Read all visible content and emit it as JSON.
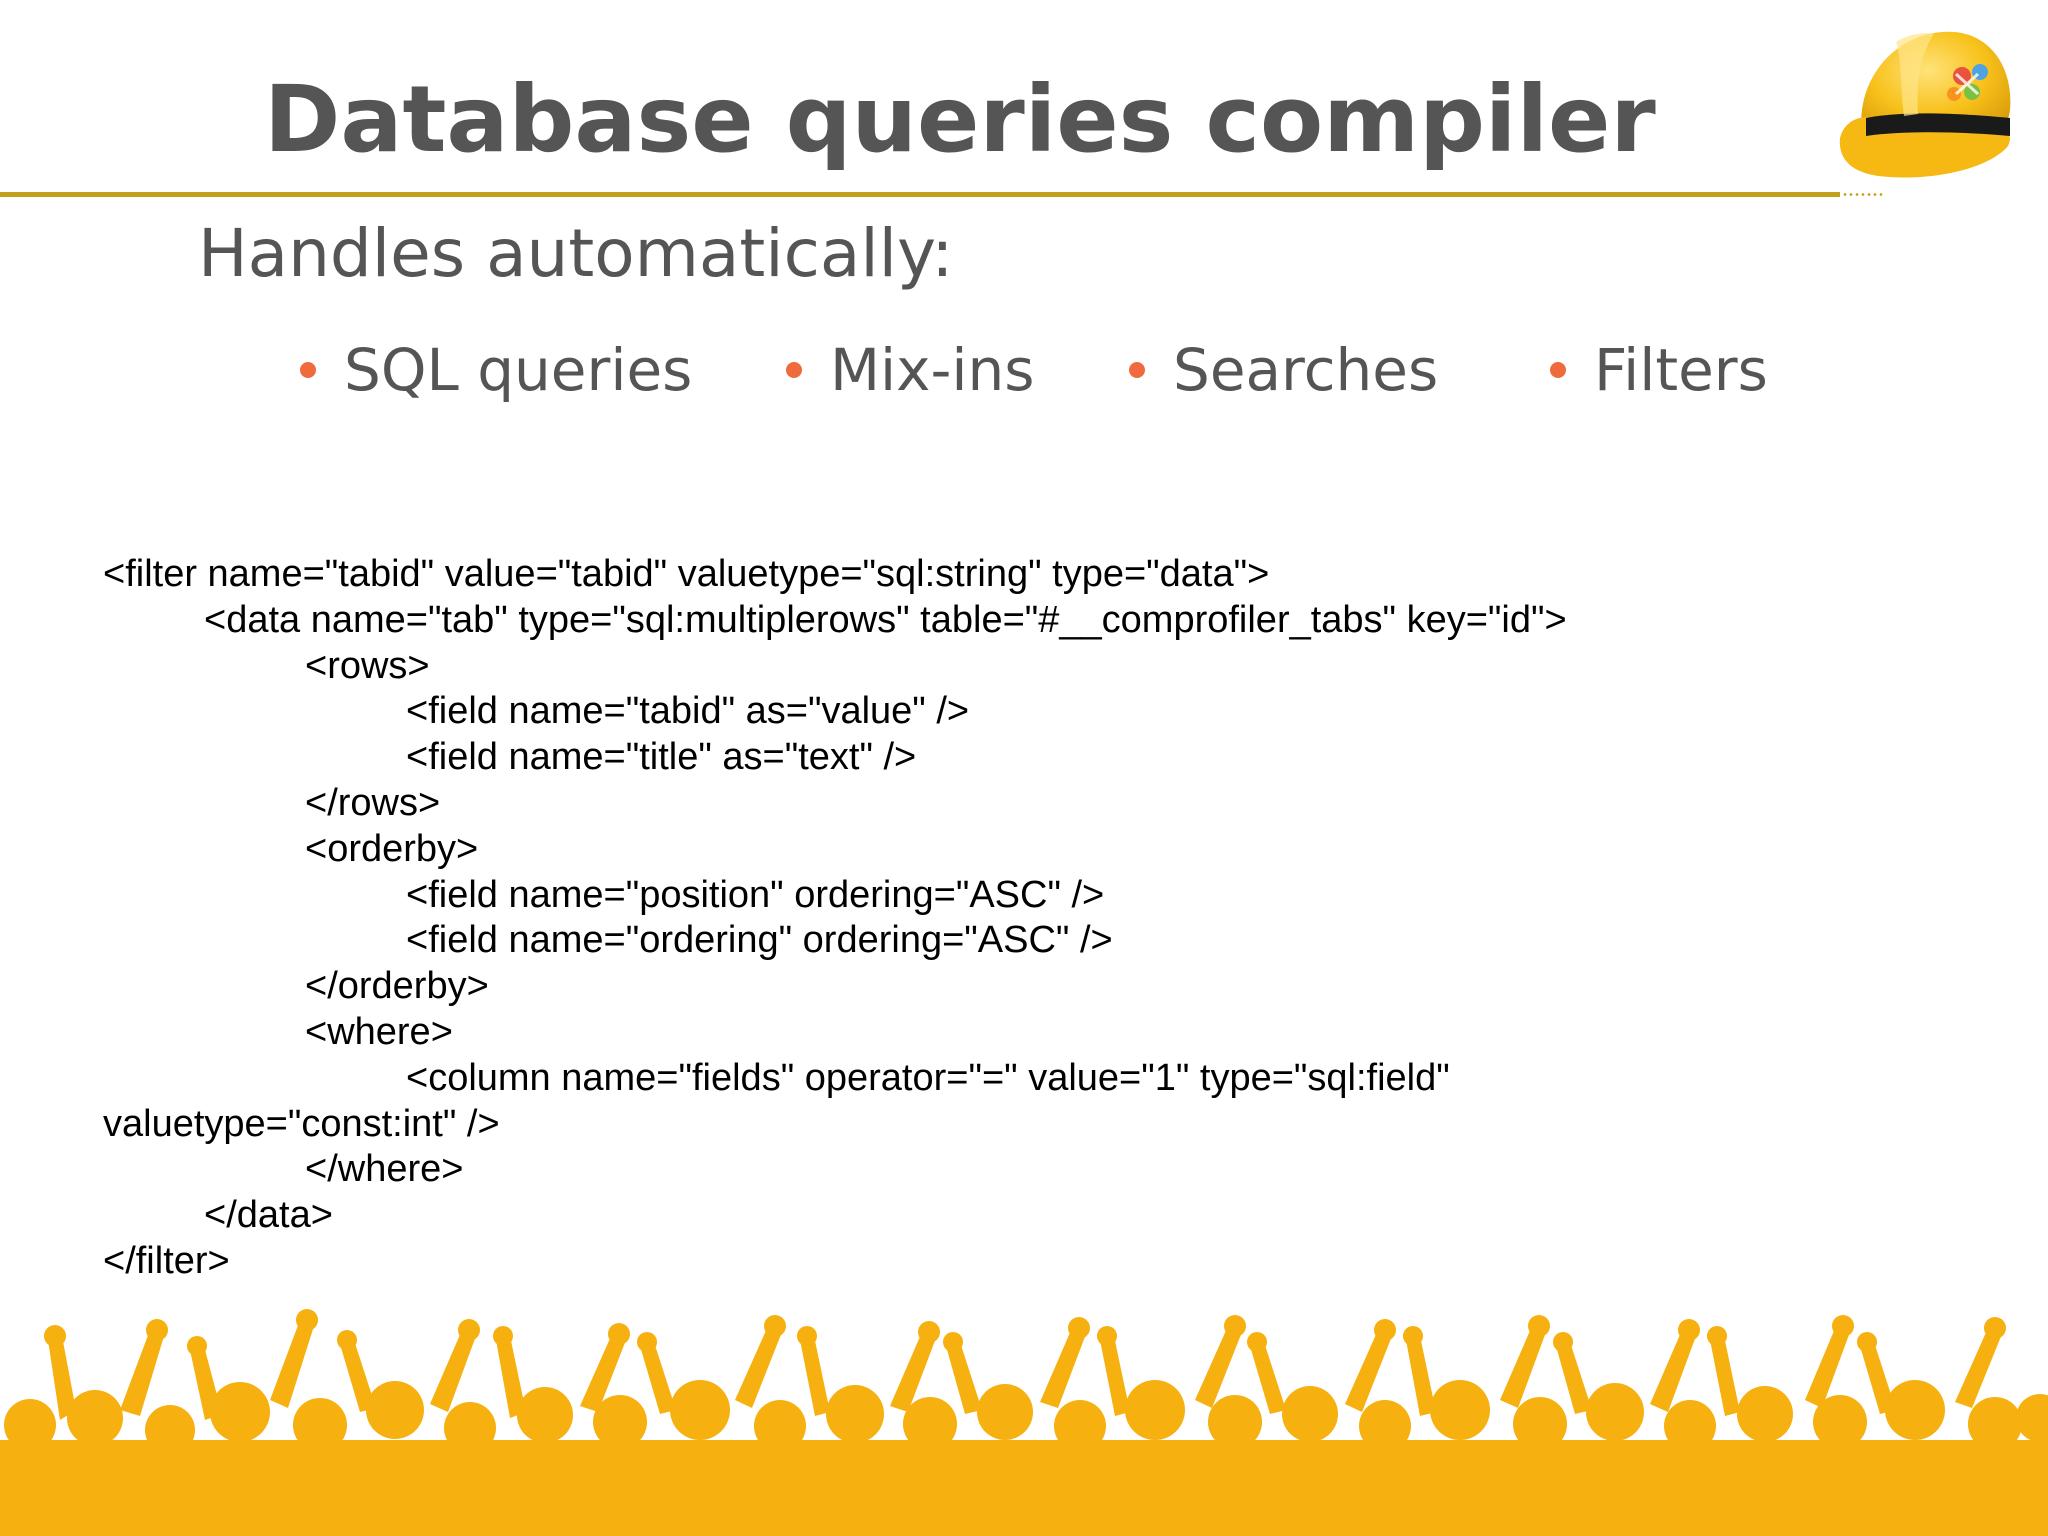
{
  "slide": {
    "title": "Database queries compiler",
    "subtitle": "Handles automatically:",
    "bullets": [
      "SQL queries",
      "Mix-ins",
      "Searches",
      "Filters"
    ],
    "code_lines": [
      "<filter name=\"tabid\" value=\"tabid\" valuetype=\"sql:string\" type=\"data\">",
      "<data name=\"tab\" type=\"sql:multiplerows\" table=\"#__comprofiler_tabs\" key=\"id\">",
      "<rows>",
      "<field name=\"tabid\" as=\"value\" />",
      "<field name=\"title\" as=\"text\" />",
      "</rows>",
      "<orderby>",
      "<field name=\"position\" ordering=\"ASC\" />",
      "<field name=\"ordering\" ordering=\"ASC\" />",
      "</orderby>",
      "<where>",
      "<column name=\"fields\" operator=\"=\" value=\"1\" type=\"sql:field\"",
      "valuetype=\"const:int\" />",
      "</where>",
      "</data>",
      "</filter>"
    ],
    "icons": {
      "helmet": "construction-helmet-icon",
      "crowd": "cheering-crowd-silhouette"
    },
    "colors": {
      "title": "#555555",
      "rule": "#c2a01c",
      "bullet": "#ef6a3d",
      "crowd": "#f6b00f",
      "helmet": "#f8c21c"
    }
  }
}
